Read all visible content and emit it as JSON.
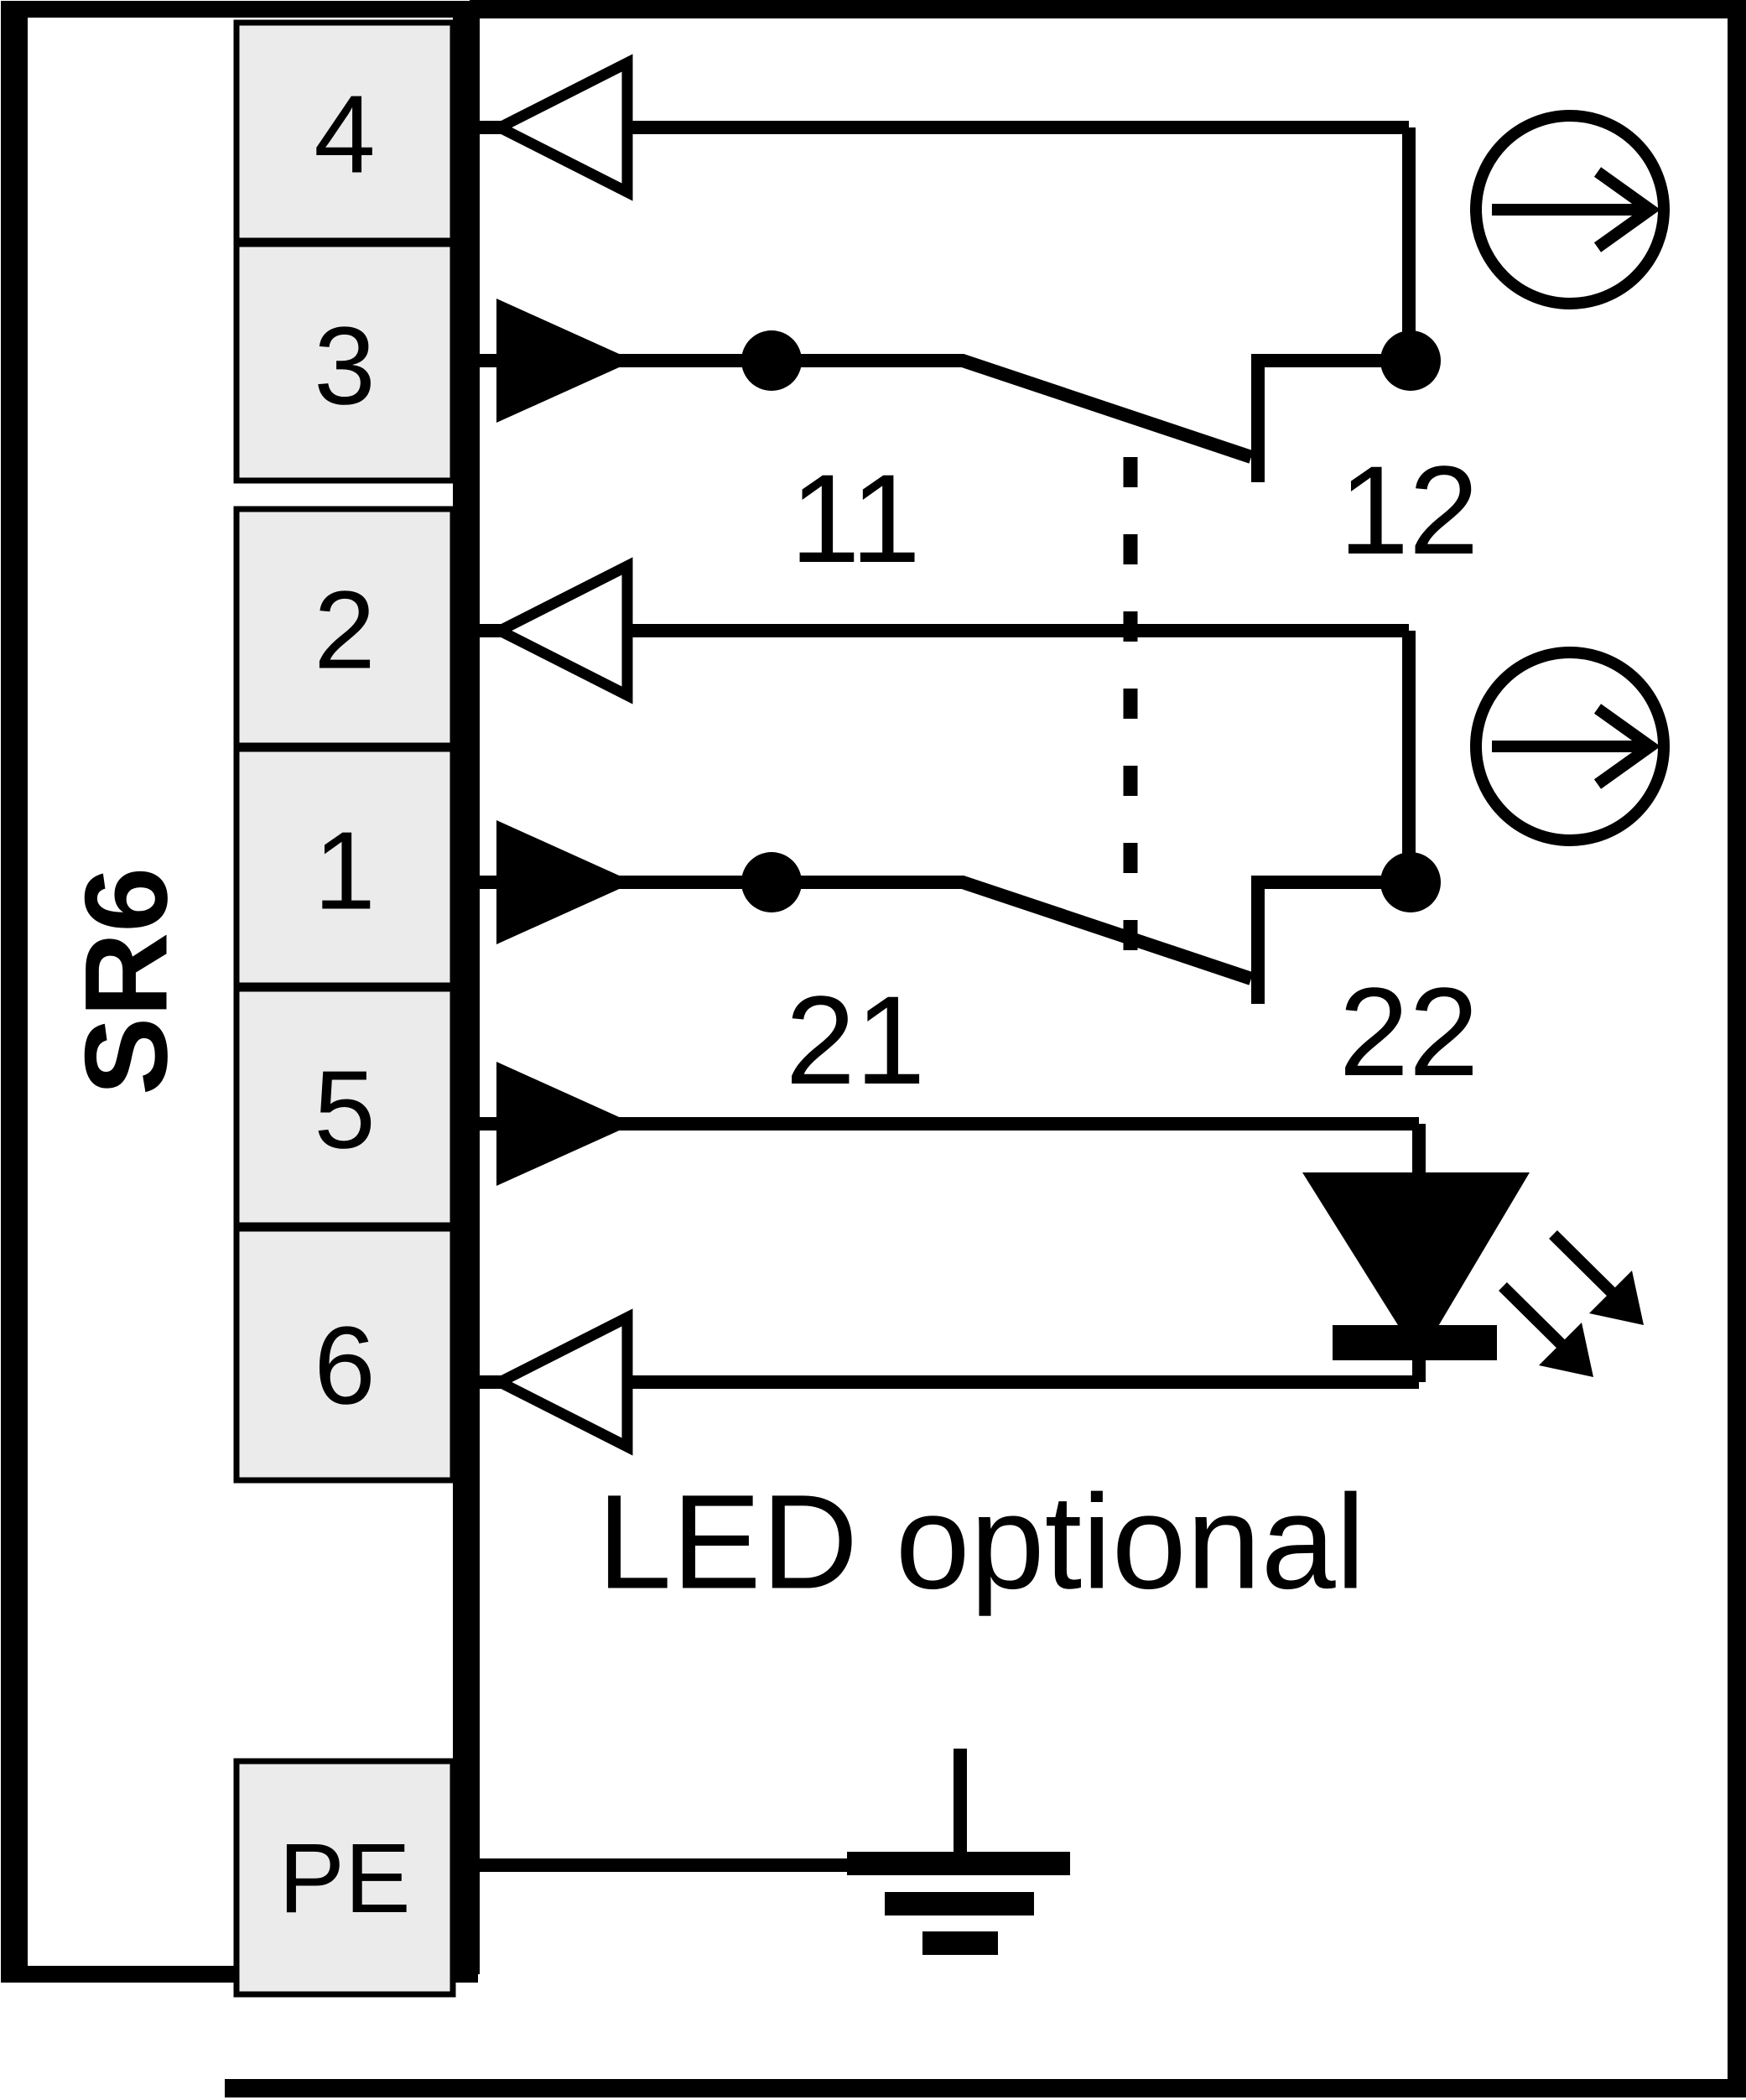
{
  "diagram": {
    "title": "SR6 safety relay connection diagram",
    "device_label": "SR6",
    "note": "LED optional",
    "colors": {
      "line": "#000000",
      "terminal_fill": "#ebebeb",
      "background": "#ffffff"
    }
  },
  "terminal_block": {
    "name": "terminal-block",
    "terminals": [
      {
        "id": "t4",
        "label": "4",
        "signal": "input",
        "arrow": "hollow-left"
      },
      {
        "id": "t3",
        "label": "3",
        "signal": "output",
        "arrow": "solid-right"
      },
      {
        "id": "t2",
        "label": "2",
        "signal": "input",
        "arrow": "hollow-left"
      },
      {
        "id": "t1",
        "label": "1",
        "signal": "output",
        "arrow": "solid-right"
      },
      {
        "id": "t5",
        "label": "5",
        "signal": "output",
        "arrow": "solid-right"
      },
      {
        "id": "t6",
        "label": "6",
        "signal": "input",
        "arrow": "hollow-left"
      }
    ],
    "ground_terminal": {
      "id": "tpe",
      "label": "PE"
    }
  },
  "contacts": [
    {
      "id": "c1",
      "common_label": "11",
      "no_label": "12",
      "type": "normally-open",
      "pole": 1
    },
    {
      "id": "c2",
      "common_label": "21",
      "no_label": "22",
      "type": "normally-open",
      "pole": 2
    }
  ],
  "symbols": {
    "output_indicator_1": "circle-arrow-right-icon",
    "output_indicator_2": "circle-arrow-right-icon",
    "led": "led-diode-icon",
    "ground": "earth-ground-icon",
    "mechanical_link": "dashed-coupling-line"
  }
}
